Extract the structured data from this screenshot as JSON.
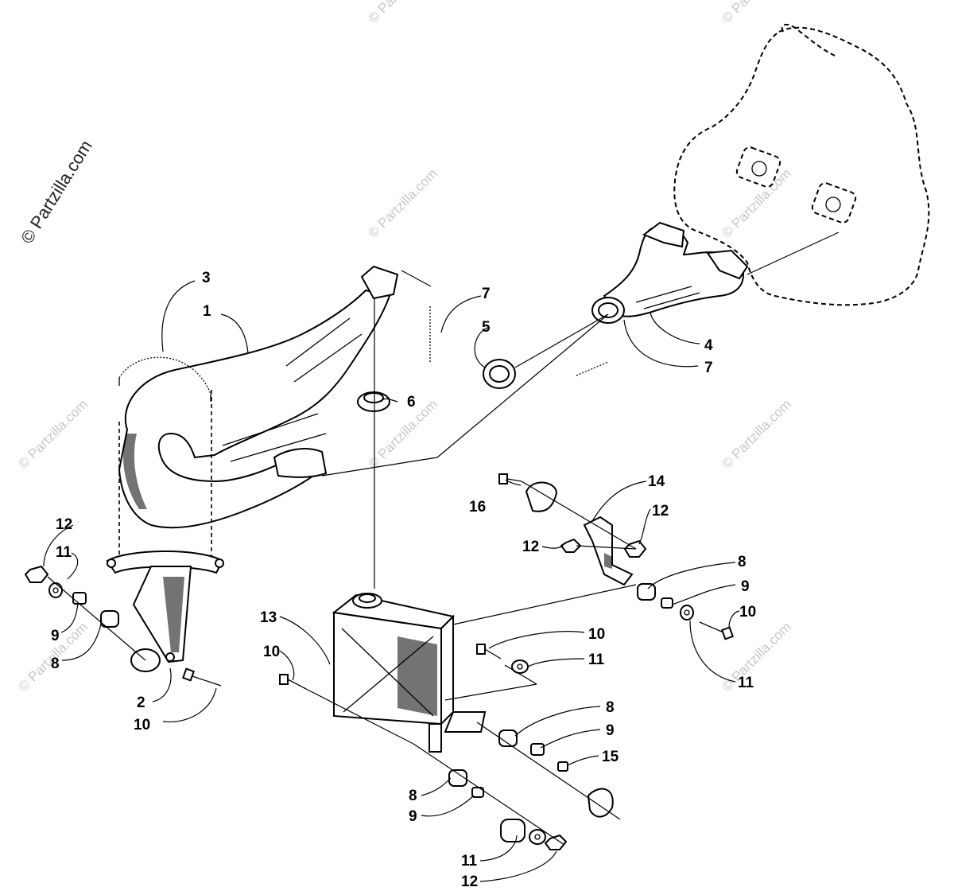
{
  "watermark": {
    "main": "© Partzilla.com",
    "repeat": "© Partzilla.com"
  },
  "callouts": {
    "c1": "1",
    "c2": "2",
    "c3": "3",
    "c4": "4",
    "c5": "5",
    "c6": "6",
    "c7a": "7",
    "c7b": "7",
    "c8a": "8",
    "c8b": "8",
    "c8c": "8",
    "c8d": "8",
    "c9a": "9",
    "c9b": "9",
    "c9c": "9",
    "c9d": "9",
    "c10a": "10",
    "c10b": "10",
    "c10c": "10",
    "c10d": "10",
    "c11a": "11",
    "c11b": "11",
    "c11c": "11",
    "c11d": "11",
    "c12a": "12",
    "c12b": "12",
    "c12c": "12",
    "c12d": "12",
    "c13": "13",
    "c14": "14",
    "c15": "15",
    "c16": "16"
  }
}
